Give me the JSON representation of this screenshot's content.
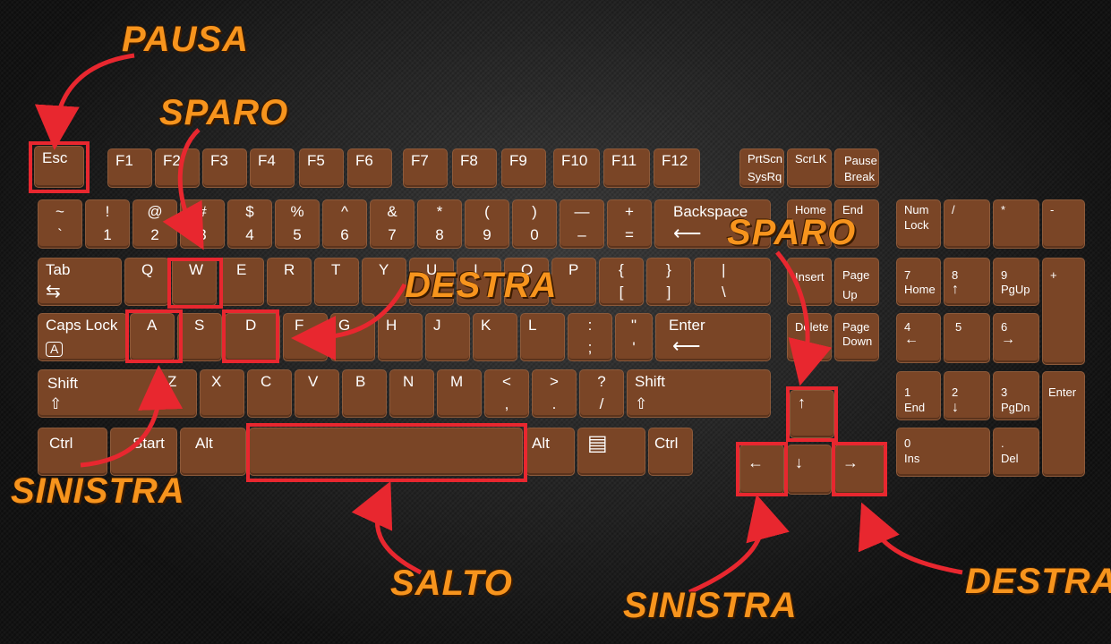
{
  "annotations": {
    "pausa": "PAUSA",
    "sparo_left": "SPARO",
    "destra_mid": "DESTRA",
    "sparo_right": "SPARO",
    "sinistra_left": "SINISTRA",
    "salto": "SALTO",
    "sinistra_right": "SINISTRA",
    "destra_right": "DESTRA"
  },
  "keys": {
    "esc": {
      "t": "Esc",
      "b": ""
    },
    "f1": {
      "t": "F1",
      "b": ""
    },
    "f2": {
      "t": "F2",
      "b": ""
    },
    "f3": {
      "t": "F3",
      "b": ""
    },
    "f4": {
      "t": "F4",
      "b": ""
    },
    "f5": {
      "t": "F5",
      "b": ""
    },
    "f6": {
      "t": "F6",
      "b": ""
    },
    "f7": {
      "t": "F7",
      "b": ""
    },
    "f8": {
      "t": "F8",
      "b": ""
    },
    "f9": {
      "t": "F9",
      "b": ""
    },
    "f10": {
      "t": "F10",
      "b": ""
    },
    "f11": {
      "t": "F11",
      "b": ""
    },
    "f12": {
      "t": "F12",
      "b": ""
    },
    "prtscn": {
      "t": "PrtScn",
      "b": "SysRq"
    },
    "scrlk": {
      "t": "ScrLK",
      "b": ""
    },
    "pause": {
      "t": "Pause",
      "b": "Break"
    },
    "tilde": {
      "t": "~",
      "b": "`"
    },
    "k1": {
      "t": "!",
      "b": "1"
    },
    "k2": {
      "t": "@",
      "b": "2"
    },
    "k3": {
      "t": "#",
      "b": "3"
    },
    "k4": {
      "t": "$",
      "b": "4"
    },
    "k5": {
      "t": "%",
      "b": "5"
    },
    "k6": {
      "t": "^",
      "b": "6"
    },
    "k7": {
      "t": "&",
      "b": "7"
    },
    "k8": {
      "t": "*",
      "b": "8"
    },
    "k9": {
      "t": "(",
      "b": "9"
    },
    "k0": {
      "t": ")",
      "b": "0"
    },
    "minus": {
      "t": "—",
      "b": "–"
    },
    "equal": {
      "t": "+",
      "b": "="
    },
    "backspace": {
      "t": "Backspace",
      "b": "⟵"
    },
    "tab": {
      "t": "Tab",
      "b": "⇆"
    },
    "q": {
      "t": "Q",
      "b": ""
    },
    "w": {
      "t": "W",
      "b": ""
    },
    "e": {
      "t": "E",
      "b": ""
    },
    "r": {
      "t": "R",
      "b": ""
    },
    "tk": {
      "t": "T",
      "b": ""
    },
    "y": {
      "t": "Y",
      "b": ""
    },
    "u": {
      "t": "U",
      "b": ""
    },
    "i": {
      "t": "I",
      "b": ""
    },
    "o": {
      "t": "O",
      "b": ""
    },
    "p": {
      "t": "P",
      "b": ""
    },
    "lbr": {
      "t": "{",
      "b": "["
    },
    "rbr": {
      "t": "}",
      "b": "]"
    },
    "bslash": {
      "t": "|",
      "b": "\\"
    },
    "caps": {
      "t": "Caps Lock",
      "b": "A"
    },
    "a": {
      "t": "A",
      "b": ""
    },
    "s": {
      "t": "S",
      "b": ""
    },
    "d": {
      "t": "D",
      "b": ""
    },
    "f": {
      "t": "F",
      "b": ""
    },
    "g": {
      "t": "G",
      "b": ""
    },
    "h": {
      "t": "H",
      "b": ""
    },
    "j": {
      "t": "J",
      "b": ""
    },
    "k": {
      "t": "K",
      "b": ""
    },
    "l": {
      "t": "L",
      "b": ""
    },
    "semi": {
      "t": ":",
      "b": ";"
    },
    "quote": {
      "t": "\"",
      "b": "'"
    },
    "enter": {
      "t": "Enter",
      "b": "⟵"
    },
    "lshift": {
      "t": "Shift",
      "b": "⇧"
    },
    "z": {
      "t": "Z",
      "b": ""
    },
    "x": {
      "t": "X",
      "b": ""
    },
    "c": {
      "t": "C",
      "b": ""
    },
    "v": {
      "t": "V",
      "b": ""
    },
    "b": {
      "t": "B",
      "b": ""
    },
    "n": {
      "t": "N",
      "b": ""
    },
    "m": {
      "t": "M",
      "b": ""
    },
    "comma": {
      "t": "<",
      "b": ","
    },
    "period": {
      "t": ">",
      "b": "."
    },
    "slash": {
      "t": "?",
      "b": "/"
    },
    "rshift": {
      "t": "Shift",
      "b": "⇧"
    },
    "lctrl": {
      "t": "Ctrl",
      "b": ""
    },
    "start": {
      "t": "Start",
      "b": ""
    },
    "lalt": {
      "t": "Alt",
      "b": ""
    },
    "space": {
      "t": "",
      "b": ""
    },
    "ralt": {
      "t": "Alt",
      "b": ""
    },
    "menu": {
      "t": "▤",
      "b": ""
    },
    "rctrl": {
      "t": "Ctrl",
      "b": ""
    },
    "insert": {
      "t": "Insert",
      "b": ""
    },
    "home": {
      "t": "Home",
      "b": ""
    },
    "pgup": {
      "t": "Page",
      "b": "Up"
    },
    "delete": {
      "t": "Delete",
      "b": ""
    },
    "end": {
      "t": "End",
      "b": ""
    },
    "pgdn": {
      "t": "Page",
      "b": "Down"
    },
    "up": {
      "t": "↑",
      "b": ""
    },
    "left": {
      "t": "←",
      "b": ""
    },
    "down": {
      "t": "↓",
      "b": ""
    },
    "right": {
      "t": "→",
      "b": ""
    },
    "numlock": {
      "t": "Num",
      "b": "Lock"
    },
    "ndiv": {
      "t": "/",
      "b": ""
    },
    "nmul": {
      "t": "*",
      "b": ""
    },
    "nminus": {
      "t": "-",
      "b": ""
    },
    "n7": {
      "t": "7",
      "b": "Home"
    },
    "n8": {
      "t": "8",
      "b": "↑"
    },
    "n9": {
      "t": "9",
      "b": "PgUp"
    },
    "nplus": {
      "t": "+",
      "b": ""
    },
    "n4": {
      "t": "4",
      "b": "←"
    },
    "n5": {
      "t": "5",
      "b": ""
    },
    "n6": {
      "t": "6",
      "b": "→"
    },
    "n1": {
      "t": "1",
      "b": "End"
    },
    "n2": {
      "t": "2",
      "b": "↓"
    },
    "n3": {
      "t": "3",
      "b": "PgDn"
    },
    "nenter": {
      "t": "Enter",
      "b": ""
    },
    "n0": {
      "t": "0",
      "b": "Ins"
    },
    "ndot": {
      "t": ".",
      "b": "Del"
    }
  },
  "colors": {
    "key": "#7a4526",
    "highlight": "#e8272f",
    "annotation": "#f7941d"
  }
}
